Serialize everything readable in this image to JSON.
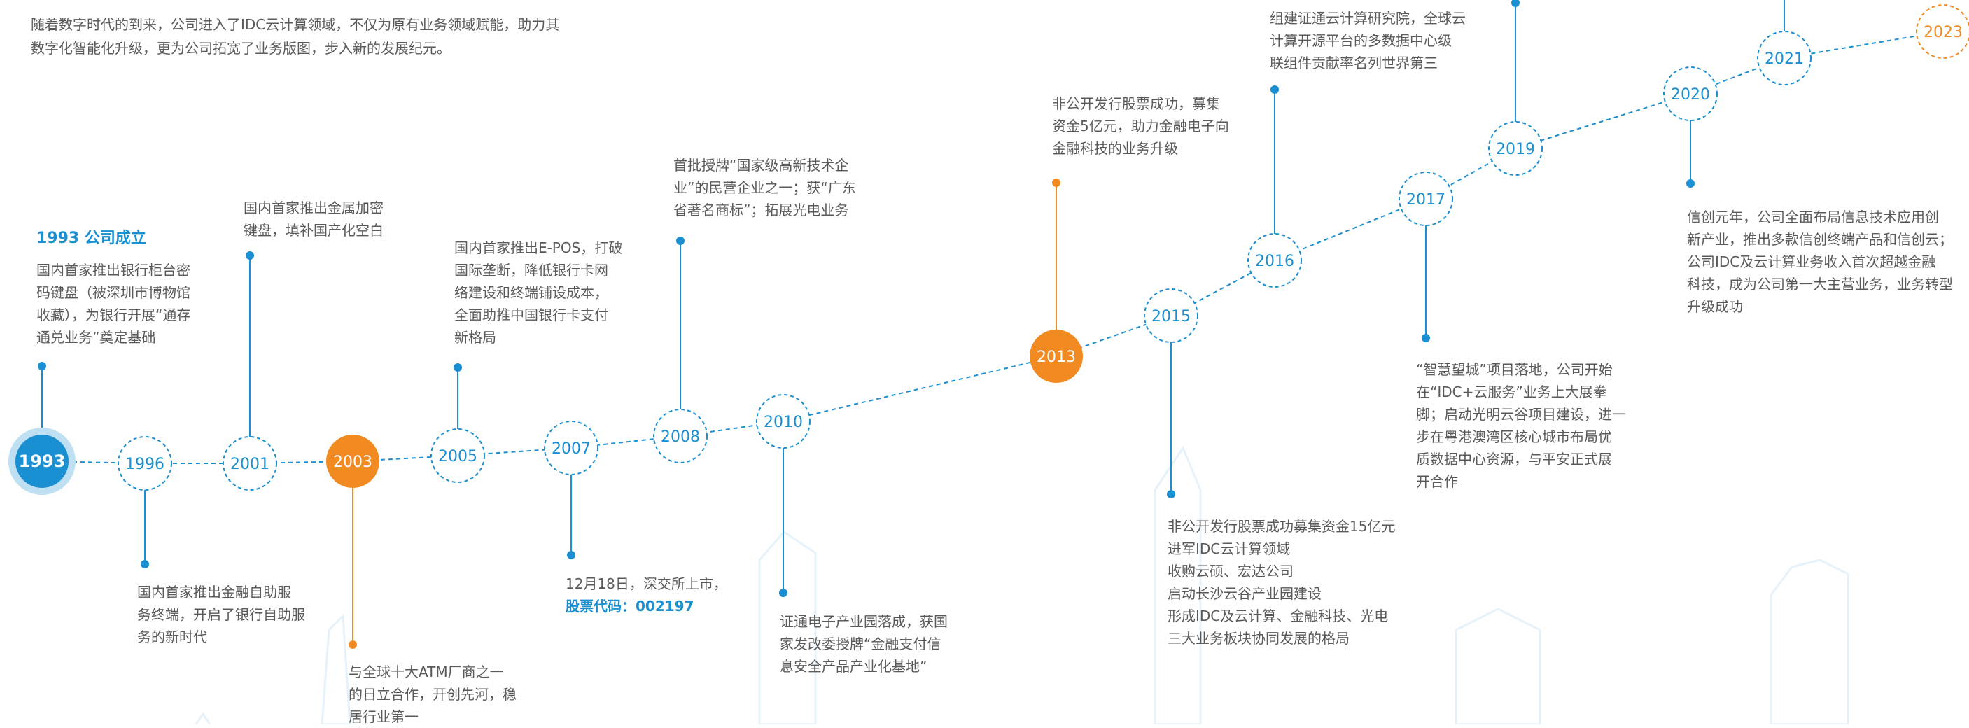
{
  "intro": {
    "line1": "随着数字时代的到来，公司进入了IDC云计算领域，不仅为原有业务领域赋能，助力其",
    "line2": "数字化智能化升级，更为公司拓宽了业务版图，步入新的发展纪元。"
  },
  "colors": {
    "blue": "#1a8fd1",
    "orange": "#f28a22",
    "text": "#5a5a5a",
    "ghost": "#e6f2fa"
  },
  "milestones": [
    {
      "year": "1993",
      "kind": "primary"
    },
    {
      "year": "1996",
      "kind": "dashed"
    },
    {
      "year": "2001",
      "kind": "dashed"
    },
    {
      "year": "2003",
      "kind": "orange"
    },
    {
      "year": "2005",
      "kind": "dashed"
    },
    {
      "year": "2007",
      "kind": "dashed"
    },
    {
      "year": "2008",
      "kind": "dashed"
    },
    {
      "year": "2010",
      "kind": "dashed"
    },
    {
      "year": "2013",
      "kind": "orange"
    },
    {
      "year": "2015",
      "kind": "dashed"
    },
    {
      "year": "2016",
      "kind": "dashed"
    },
    {
      "year": "2017",
      "kind": "dashed"
    },
    {
      "year": "2019",
      "kind": "dashed"
    },
    {
      "year": "2020",
      "kind": "dashed"
    },
    {
      "year": "2021",
      "kind": "dashed"
    },
    {
      "year": "2023",
      "kind": "orange-dashed"
    }
  ],
  "events": {
    "y1993": {
      "title": "1993 公司成立",
      "lines": [
        "国内首家推出银行柜台密",
        "码键盘（被深圳市博物馆",
        "收藏），为银行开展“通存",
        "通兑业务”奠定基础"
      ]
    },
    "y1996": {
      "lines": [
        "国内首家推出金融自助服",
        "务终端，开启了银行自助服",
        "务的新时代"
      ]
    },
    "y2001": {
      "lines": [
        "国内首家推出金属加密",
        "键盘，填补国产化空白"
      ]
    },
    "y2003": {
      "lines": [
        "与全球十大ATM厂商之一",
        "的日立合作，开创先河，稳",
        "居行业第一"
      ]
    },
    "y2005": {
      "lines": [
        "国内首家推出E-POS，打破",
        "国际垄断，降低银行卡网",
        "络建设和终端铺设成本，",
        "全面助推中国银行卡支付",
        "新格局"
      ]
    },
    "y2007": {
      "line1": "12月18日，深交所上市，",
      "stock": "股票代码：002197"
    },
    "y2008": {
      "lines": [
        "首批授牌“国家级高新技术企",
        "业”的民营企业之一；获“广东",
        "省著名商标”；拓展光电业务"
      ]
    },
    "y2010": {
      "lines": [
        "证通电子产业园落成，获国",
        "家发改委授牌“金融支付信",
        "息安全产品产业化基地”"
      ]
    },
    "y2013": {
      "lines": [
        "非公开发行股票成功，募集",
        "资金5亿元，助力金融电子向",
        "金融科技的业务升级"
      ]
    },
    "y2015": {
      "lines": [
        "非公开发行股票成功募集资金15亿元",
        "进军IDC云计算领域",
        "收购云硕、宏达公司",
        "启动长沙云谷产业园建设",
        "形成IDC及云计算、金融科技、光电",
        "三大业务板块协同发展的格局"
      ]
    },
    "y2016": {
      "lines": [
        "组建证通云计算研究院，全球云",
        "计算开源平台的多数据中心级",
        "联组件贡献率名列世界第三"
      ]
    },
    "y2017": {
      "lines": [
        "“智慧望城”项目落地，公司开始",
        "在“IDC+云服务”业务上大展拳",
        "脚；启动光明云谷项目建设，进一",
        "步在粤港澳湾区核心城市布局优",
        "质数据中心资源，与平安正式展",
        "开合作"
      ]
    },
    "y2020": {
      "lines": [
        "信创元年，公司全面布局信息技术应用创",
        "新产业，推出多款信创终端产品和信创云；",
        "公司IDC及云计算业务收入首次超越金融",
        "科技，成为公司第一大主营业务，业务转型",
        "升级成功"
      ]
    }
  }
}
